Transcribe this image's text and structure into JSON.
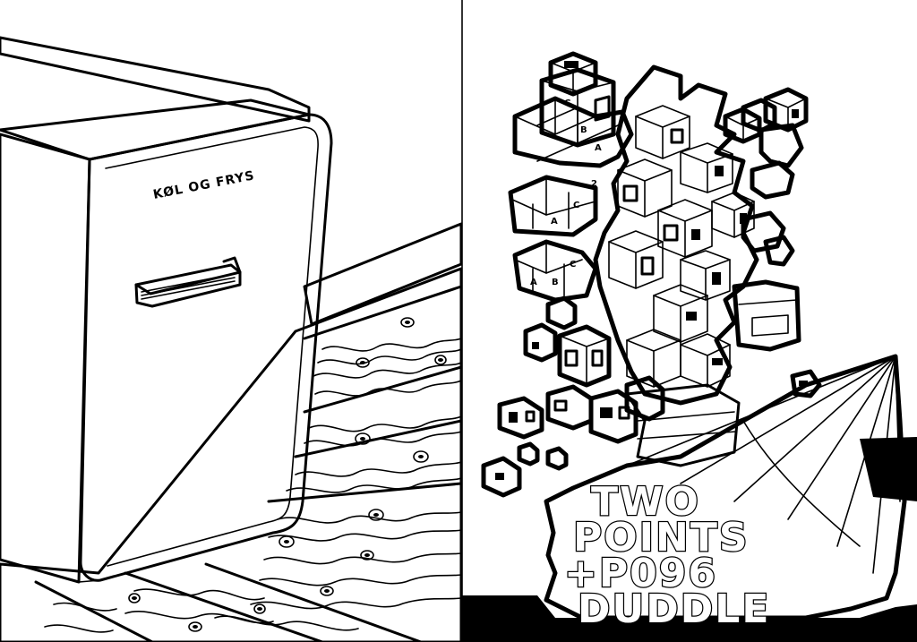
{
  "illustration": {
    "left_panel": {
      "fridge_brand": "KØL OG FRYS"
    },
    "right_panel": {
      "lettering_lines": [
        "TWO",
        "POINTS",
        "+P096",
        "DUDDLE"
      ],
      "cube_letters": [
        "C",
        "B",
        "A",
        "C",
        "A",
        "2",
        "C",
        "B",
        "A"
      ]
    }
  },
  "colors": {
    "ink": "#000000",
    "paper": "#ffffff"
  }
}
